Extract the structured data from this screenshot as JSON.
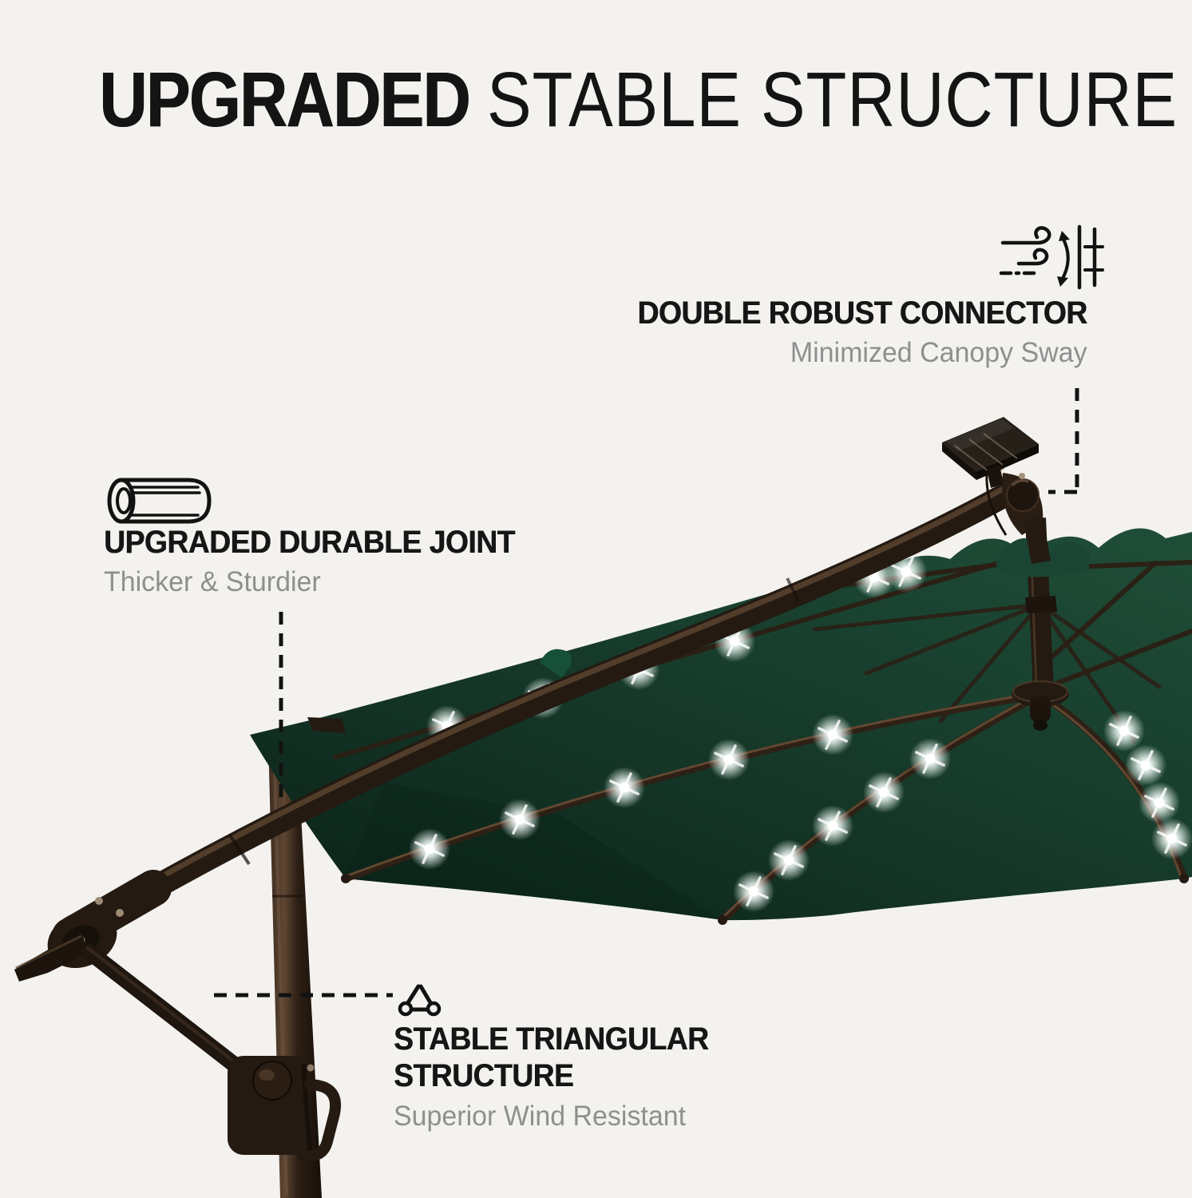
{
  "title": {
    "bold": "UPGRADED",
    "regular": "STABLE STRUCTURE"
  },
  "callouts": {
    "connector": {
      "icon": "wind-sway-icon",
      "heading": "DOUBLE ROBUST CONNECTOR",
      "subheading": "Minimized Canopy Sway"
    },
    "joint": {
      "icon": "tube-joint-icon",
      "heading": "UPGRADED DURABLE JOINT",
      "subheading": "Thicker & Sturdier"
    },
    "triangle": {
      "icon": "triangle-structure-icon",
      "heading_line1": "STABLE TRIANGULAR",
      "heading_line2": "STRUCTURE",
      "subheading": "Superior Wind Resistant"
    }
  },
  "product": {
    "subject": "offset cantilever patio umbrella",
    "canopy_color_name": "dark green",
    "visible_features": [
      "solar panel on arm end",
      "LED lights along ribs",
      "crank handle on pole",
      "double connector joint",
      "triangular support strut"
    ]
  },
  "colors": {
    "background": "#f4f2ef",
    "heading_text": "#141414",
    "subheading_text": "#8f8f8f",
    "canopy_light": "#1f4e38",
    "canopy_mid": "#173c2c",
    "canopy_dark": "#0c2419",
    "frame": "#241a12",
    "frame_highlight": "#6b5140",
    "led_glow": "#ffffff"
  }
}
